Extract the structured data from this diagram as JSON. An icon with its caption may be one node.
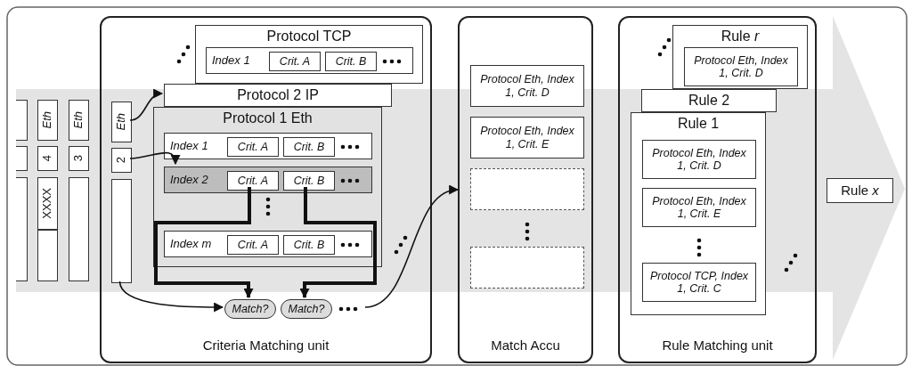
{
  "diagram": {
    "nodes": [
      {
        "text": [],
        "shape": "box"
      },
      {
        "text": [],
        "shape": "box"
      },
      {
        "text": [],
        "shape": "box"
      },
      {
        "text": [
          "Eth"
        ]
      },
      {
        "text": [
          "4"
        ]
      },
      {
        "text": [
          "XXXX"
        ]
      },
      {
        "text": [],
        "shape": "box"
      },
      {
        "text": [
          "Eth"
        ]
      },
      {
        "text": [
          "3"
        ]
      },
      {
        "text": [],
        "shape": "box"
      },
      {
        "text": [
          "Criteria Matching unit"
        ]
      },
      {
        "text": [
          "Eth"
        ],
        "in": 10
      },
      {
        "text": [
          "2"
        ],
        "in": 10
      },
      {
        "text": [],
        "shape": "box",
        "in": 10
      },
      {
        "text": [
          "Protocol TCP"
        ],
        "in": 10
      },
      {
        "text": [
          "Index 1"
        ],
        "in": 14
      },
      {
        "text": [
          "Crit. A"
        ],
        "in": 15
      },
      {
        "text": [
          "Crit. B"
        ],
        "in": 15
      },
      {
        "text": [
          "Protocol 2 IP"
        ],
        "in": 10
      },
      {
        "text": [
          "Protocol 1 Eth"
        ],
        "in": 10
      },
      {
        "text": [
          "Index 1"
        ],
        "in": 19
      },
      {
        "text": [
          "Crit. A"
        ],
        "in": 20
      },
      {
        "text": [
          "Crit. B"
        ],
        "in": 20
      },
      {
        "text": [
          "Index 2"
        ],
        "in": 19
      },
      {
        "text": [
          "Crit. A"
        ],
        "in": 23
      },
      {
        "text": [
          "Crit. B"
        ],
        "in": 23
      },
      {
        "text": [
          "Index m"
        ],
        "in": 19
      },
      {
        "text": [
          "Crit. A"
        ],
        "in": 26
      },
      {
        "text": [
          "Crit. B"
        ],
        "in": 26
      },
      {
        "text": [
          "Match?"
        ],
        "in": 10
      },
      {
        "text": [
          "Match?"
        ],
        "in": 10
      },
      {
        "text": [
          "Match Accu"
        ]
      },
      {
        "text": [
          "Protocol Eth, Index 1, Crit. D"
        ],
        "in": 31
      },
      {
        "text": [
          "Protocol Eth, Index 1, Crit. E"
        ],
        "in": 31
      },
      {
        "text": [],
        "shape": "box",
        "in": 31
      },
      {
        "text": [],
        "shape": "box",
        "in": 31
      },
      {
        "text": [
          "Rule Matching unit"
        ]
      },
      {
        "text": [
          "Rule *r*"
        ],
        "in": 36
      },
      {
        "text": [
          "Protocol Eth, Index 1, Crit. D"
        ],
        "in": 37
      },
      {
        "text": [
          "Rule 2"
        ],
        "in": 36
      },
      {
        "text": [
          "Rule 1"
        ],
        "in": 36
      },
      {
        "text": [
          "Protocol Eth, Index 1, Crit. D"
        ],
        "in": 40
      },
      {
        "text": [
          "Protocol Eth, Index 1, Crit. E"
        ],
        "in": 40
      },
      {
        "text": [
          "Protocol TCP, Index 1, Crit. C"
        ],
        "in": 40
      },
      {
        "text": [
          "Rule *x*"
        ]
      }
    ],
    "edges": [
      {
        "from": 11,
        "to": 18,
        "arrow": "to"
      },
      {
        "from": 12,
        "to": 23,
        "arrow": "to"
      },
      {
        "from": 13,
        "to": 29,
        "arrow": "to"
      },
      {
        "from": 24,
        "to": 29,
        "arrow": "to",
        "style": "thick"
      },
      {
        "from": 25,
        "to": 30,
        "arrow": "to",
        "style": "thick"
      },
      {
        "from": null,
        "to": 31,
        "arrow": "to"
      }
    ]
  }
}
